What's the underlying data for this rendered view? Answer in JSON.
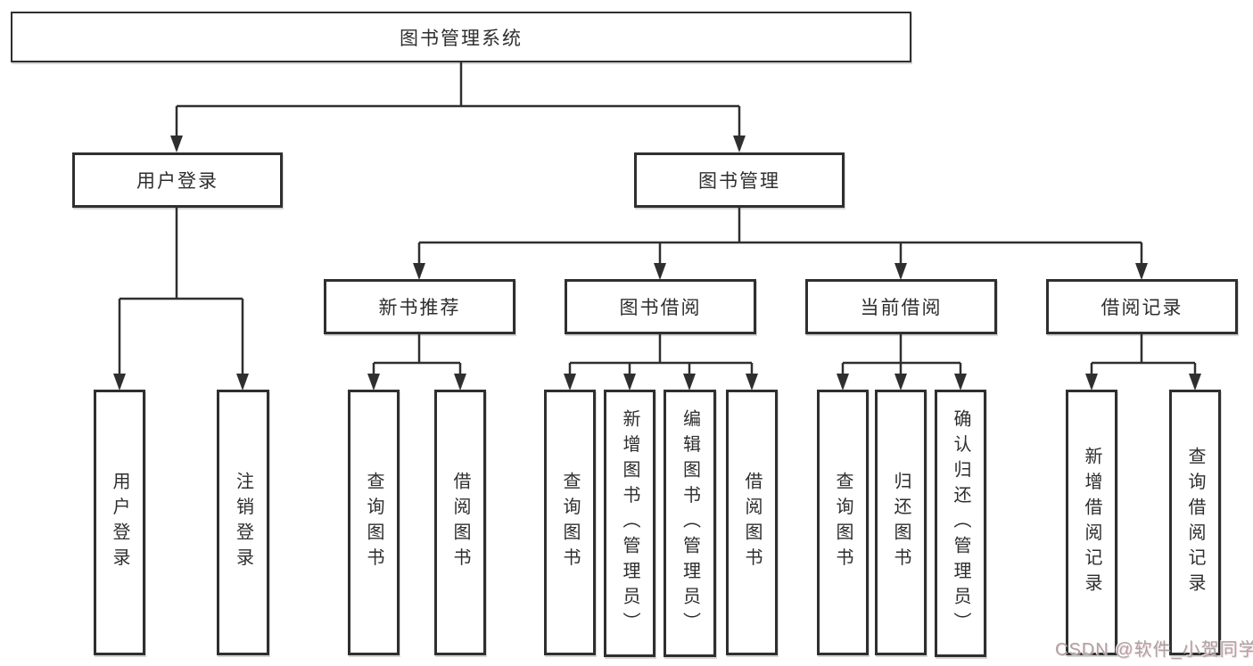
{
  "diagram": {
    "root": "图书管理系统",
    "level2": [
      "用户登录",
      "图书管理"
    ],
    "level3": [
      "新书推荐",
      "图书借阅",
      "当前借阅",
      "借阅记录"
    ],
    "leaves_login": [
      "用户登录",
      "注销登录"
    ],
    "leaves_newbook": [
      "查询图书",
      "借阅图书"
    ],
    "leaves_borrow": [
      "查询图书",
      "新增图书（管理员）",
      "编辑图书（管理员）",
      "借阅图书"
    ],
    "leaves_current": [
      "查询图书",
      "归还图书",
      "确认归还（管理员）"
    ],
    "leaves_record": [
      "新增借阅记录",
      "查询借阅记录"
    ]
  },
  "watermark": {
    "text": "CSDN @软件_小贺同学"
  },
  "colors": {
    "line": "#2f2f2f",
    "background": "#ffffff",
    "watermark": "#a9a5a6"
  }
}
